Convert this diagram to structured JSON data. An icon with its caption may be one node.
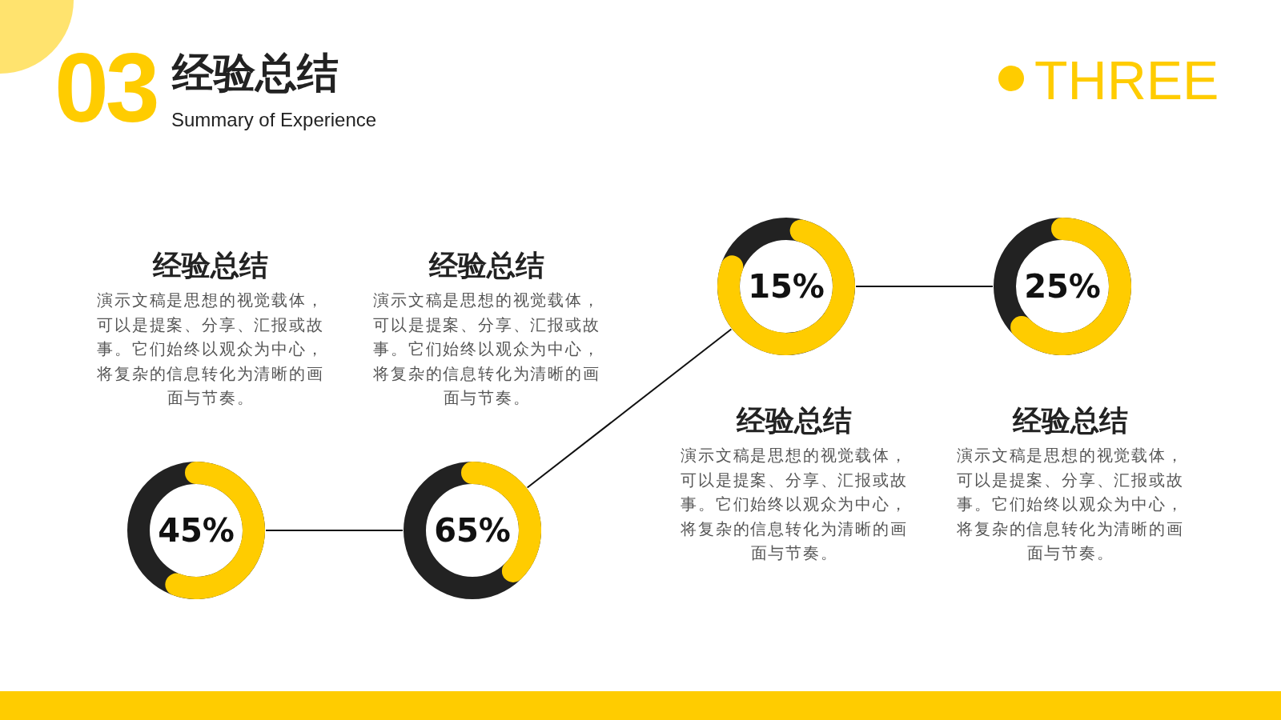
{
  "diagram": {
    "title": "经验总结",
    "nodes": [
      {
        "text": [
          "45%"
        ],
        "beside": [
          "经验总结",
          "演示文稿是思想的视觉载体，可以是提案、分享、汇报或故事。它们始终以观众为中心，将复杂的信息转化为清晰的画面与节奏。"
        ]
      },
      {
        "text": [
          "65%"
        ],
        "beside": [
          "经验总结",
          "演示文稿是思想的视觉载体，可以是提案、分享、汇报或故事。它们始终以观众为中心，将复杂的信息转化为清晰的画面与节奏。"
        ]
      },
      {
        "text": [
          "15%"
        ],
        "beside": [
          "经验总结",
          "演示文稿是思想的视觉载体，可以是提案、分享、汇报或故事。它们始终以观众为中心，将复杂的信息转化为清晰的画面与节奏。"
        ]
      },
      {
        "text": [
          "25%"
        ],
        "beside": [
          "经验总结",
          "演示文稿是思想的视觉载体，可以是提案、分享、汇报或故事。它们始终以观众为中心，将复杂的信息转化为清晰的画面与节奏。"
        ]
      }
    ],
    "edges": [
      {
        "from": 0,
        "to": 1,
        "arrow": "none"
      },
      {
        "from": 1,
        "to": 2,
        "arrow": "none"
      },
      {
        "from": 2,
        "to": 3,
        "arrow": "none"
      }
    ],
    "labels": [
      "03",
      "Summary of Experience",
      "THREE"
    ]
  }
}
